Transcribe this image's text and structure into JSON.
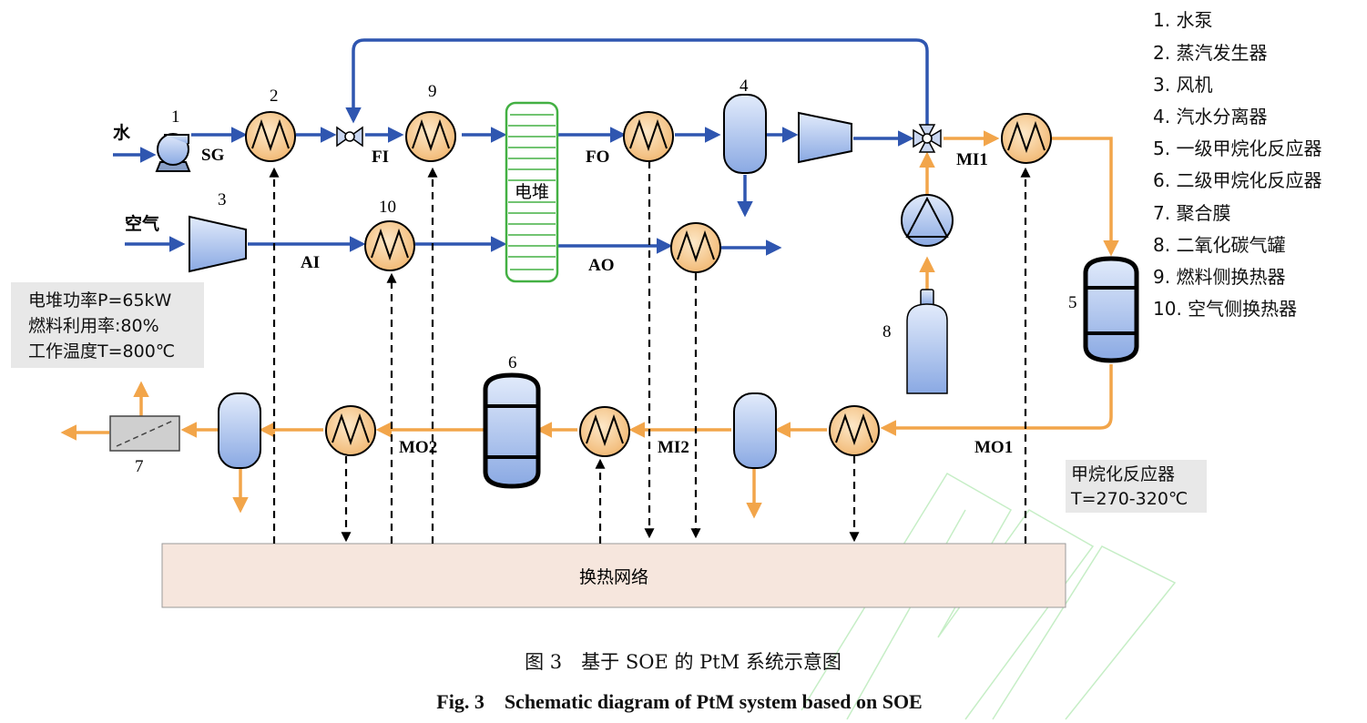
{
  "labels": {
    "water": "水",
    "air": "空气",
    "sg": "SG",
    "fi": "FI",
    "fo": "FO",
    "ai": "AI",
    "ao": "AO",
    "mi1": "MI1",
    "mi2": "MI2",
    "mo1": "MO1",
    "mo2": "MO2",
    "stack": "电堆",
    "hx_network": "换热网络"
  },
  "numbers": {
    "n1": "1",
    "n2": "2",
    "n3": "3",
    "n4": "4",
    "n5": "5",
    "n6": "6",
    "n7": "7",
    "n8": "8",
    "n9": "9",
    "n10": "10"
  },
  "legend": [
    "1. 水泵",
    "2. 蒸汽发生器",
    "3. 风机",
    "4. 汽水分离器",
    "5. 一级甲烷化反应器",
    "6. 二级甲烷化反应器",
    "7. 聚合膜",
    "8. 二氧化碳气罐",
    "9. 燃料侧换热器",
    "10. 空气侧换热器"
  ],
  "stack_info": [
    "电堆功率P=65kW",
    "燃料利用率:80%",
    "工作温度T=800℃"
  ],
  "reactor_info": [
    "甲烷化反应器",
    "T=270-320℃"
  ],
  "caption": {
    "cn": "图 3　基于 SOE 的 PtM 系统示意图",
    "en": "Fig. 3　Schematic diagram of PtM system based on SOE"
  },
  "colors": {
    "blue_line": "#2f56b0",
    "orange_line": "#f2a54a",
    "hx_fill": "#f6cf9a",
    "vessel_fill": "#b9cdf2",
    "stack_green": "#43b043",
    "network_fill": "#f6e6dd",
    "info_box": "#e8e8e8"
  }
}
